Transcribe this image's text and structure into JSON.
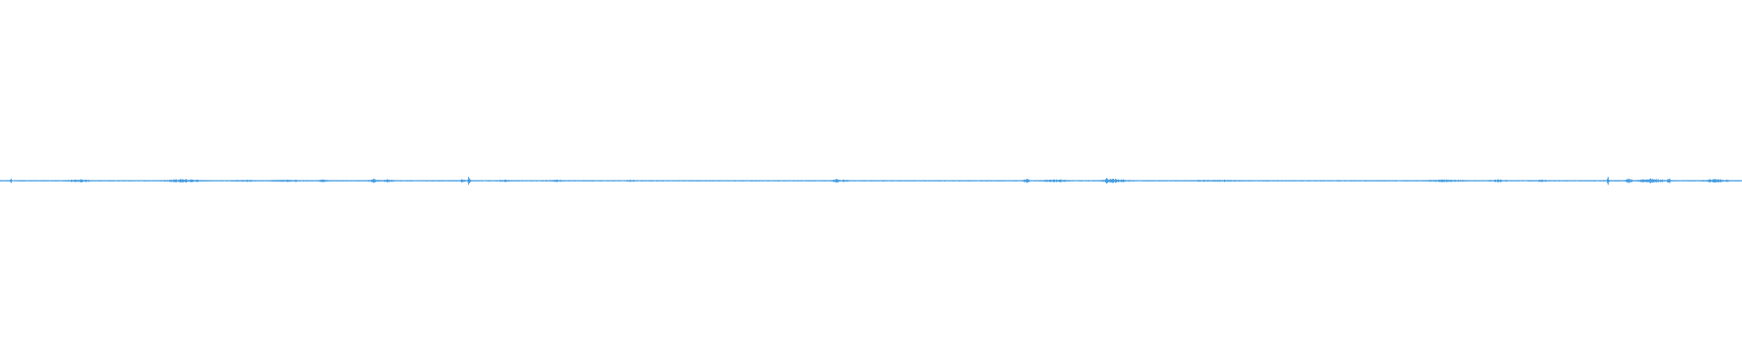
{
  "waveform": {
    "color": "#4a9fe0",
    "baseline_level": 0.0,
    "peak_scale": 1.0,
    "bursts": [
      {
        "t": 0.006,
        "amp": 0.018,
        "width": 0.001
      },
      {
        "t": 0.045,
        "amp": 0.008,
        "width": 0.012
      },
      {
        "t": 0.105,
        "amp": 0.009,
        "width": 0.02
      },
      {
        "t": 0.14,
        "amp": 0.007,
        "width": 0.01
      },
      {
        "t": 0.165,
        "amp": 0.006,
        "width": 0.02
      },
      {
        "t": 0.185,
        "amp": 0.007,
        "width": 0.006
      },
      {
        "t": 0.214,
        "amp": 0.012,
        "width": 0.004
      },
      {
        "t": 0.222,
        "amp": 0.007,
        "width": 0.01
      },
      {
        "t": 0.269,
        "amp": 0.035,
        "width": 0.001
      },
      {
        "t": 0.265,
        "amp": 0.01,
        "width": 0.003
      },
      {
        "t": 0.29,
        "amp": 0.006,
        "width": 0.01
      },
      {
        "t": 0.318,
        "amp": 0.006,
        "width": 0.01
      },
      {
        "t": 0.362,
        "amp": 0.008,
        "width": 0.004
      },
      {
        "t": 0.48,
        "amp": 0.01,
        "width": 0.004
      },
      {
        "t": 0.484,
        "amp": 0.006,
        "width": 0.006
      },
      {
        "t": 0.589,
        "amp": 0.012,
        "width": 0.003
      },
      {
        "t": 0.606,
        "amp": 0.009,
        "width": 0.012
      },
      {
        "t": 0.635,
        "amp": 0.026,
        "width": 0.001
      },
      {
        "t": 0.64,
        "amp": 0.012,
        "width": 0.012
      },
      {
        "t": 0.7,
        "amp": 0.006,
        "width": 0.03
      },
      {
        "t": 0.768,
        "amp": 0.004,
        "width": 0.004
      },
      {
        "t": 0.83,
        "amp": 0.007,
        "width": 0.02
      },
      {
        "t": 0.86,
        "amp": 0.007,
        "width": 0.01
      },
      {
        "t": 0.885,
        "amp": 0.006,
        "width": 0.012
      },
      {
        "t": 0.923,
        "amp": 0.028,
        "width": 0.001
      },
      {
        "t": 0.935,
        "amp": 0.016,
        "width": 0.003
      },
      {
        "t": 0.948,
        "amp": 0.012,
        "width": 0.012
      },
      {
        "t": 0.958,
        "amp": 0.014,
        "width": 0.002
      },
      {
        "t": 0.985,
        "amp": 0.01,
        "width": 0.012
      }
    ]
  }
}
